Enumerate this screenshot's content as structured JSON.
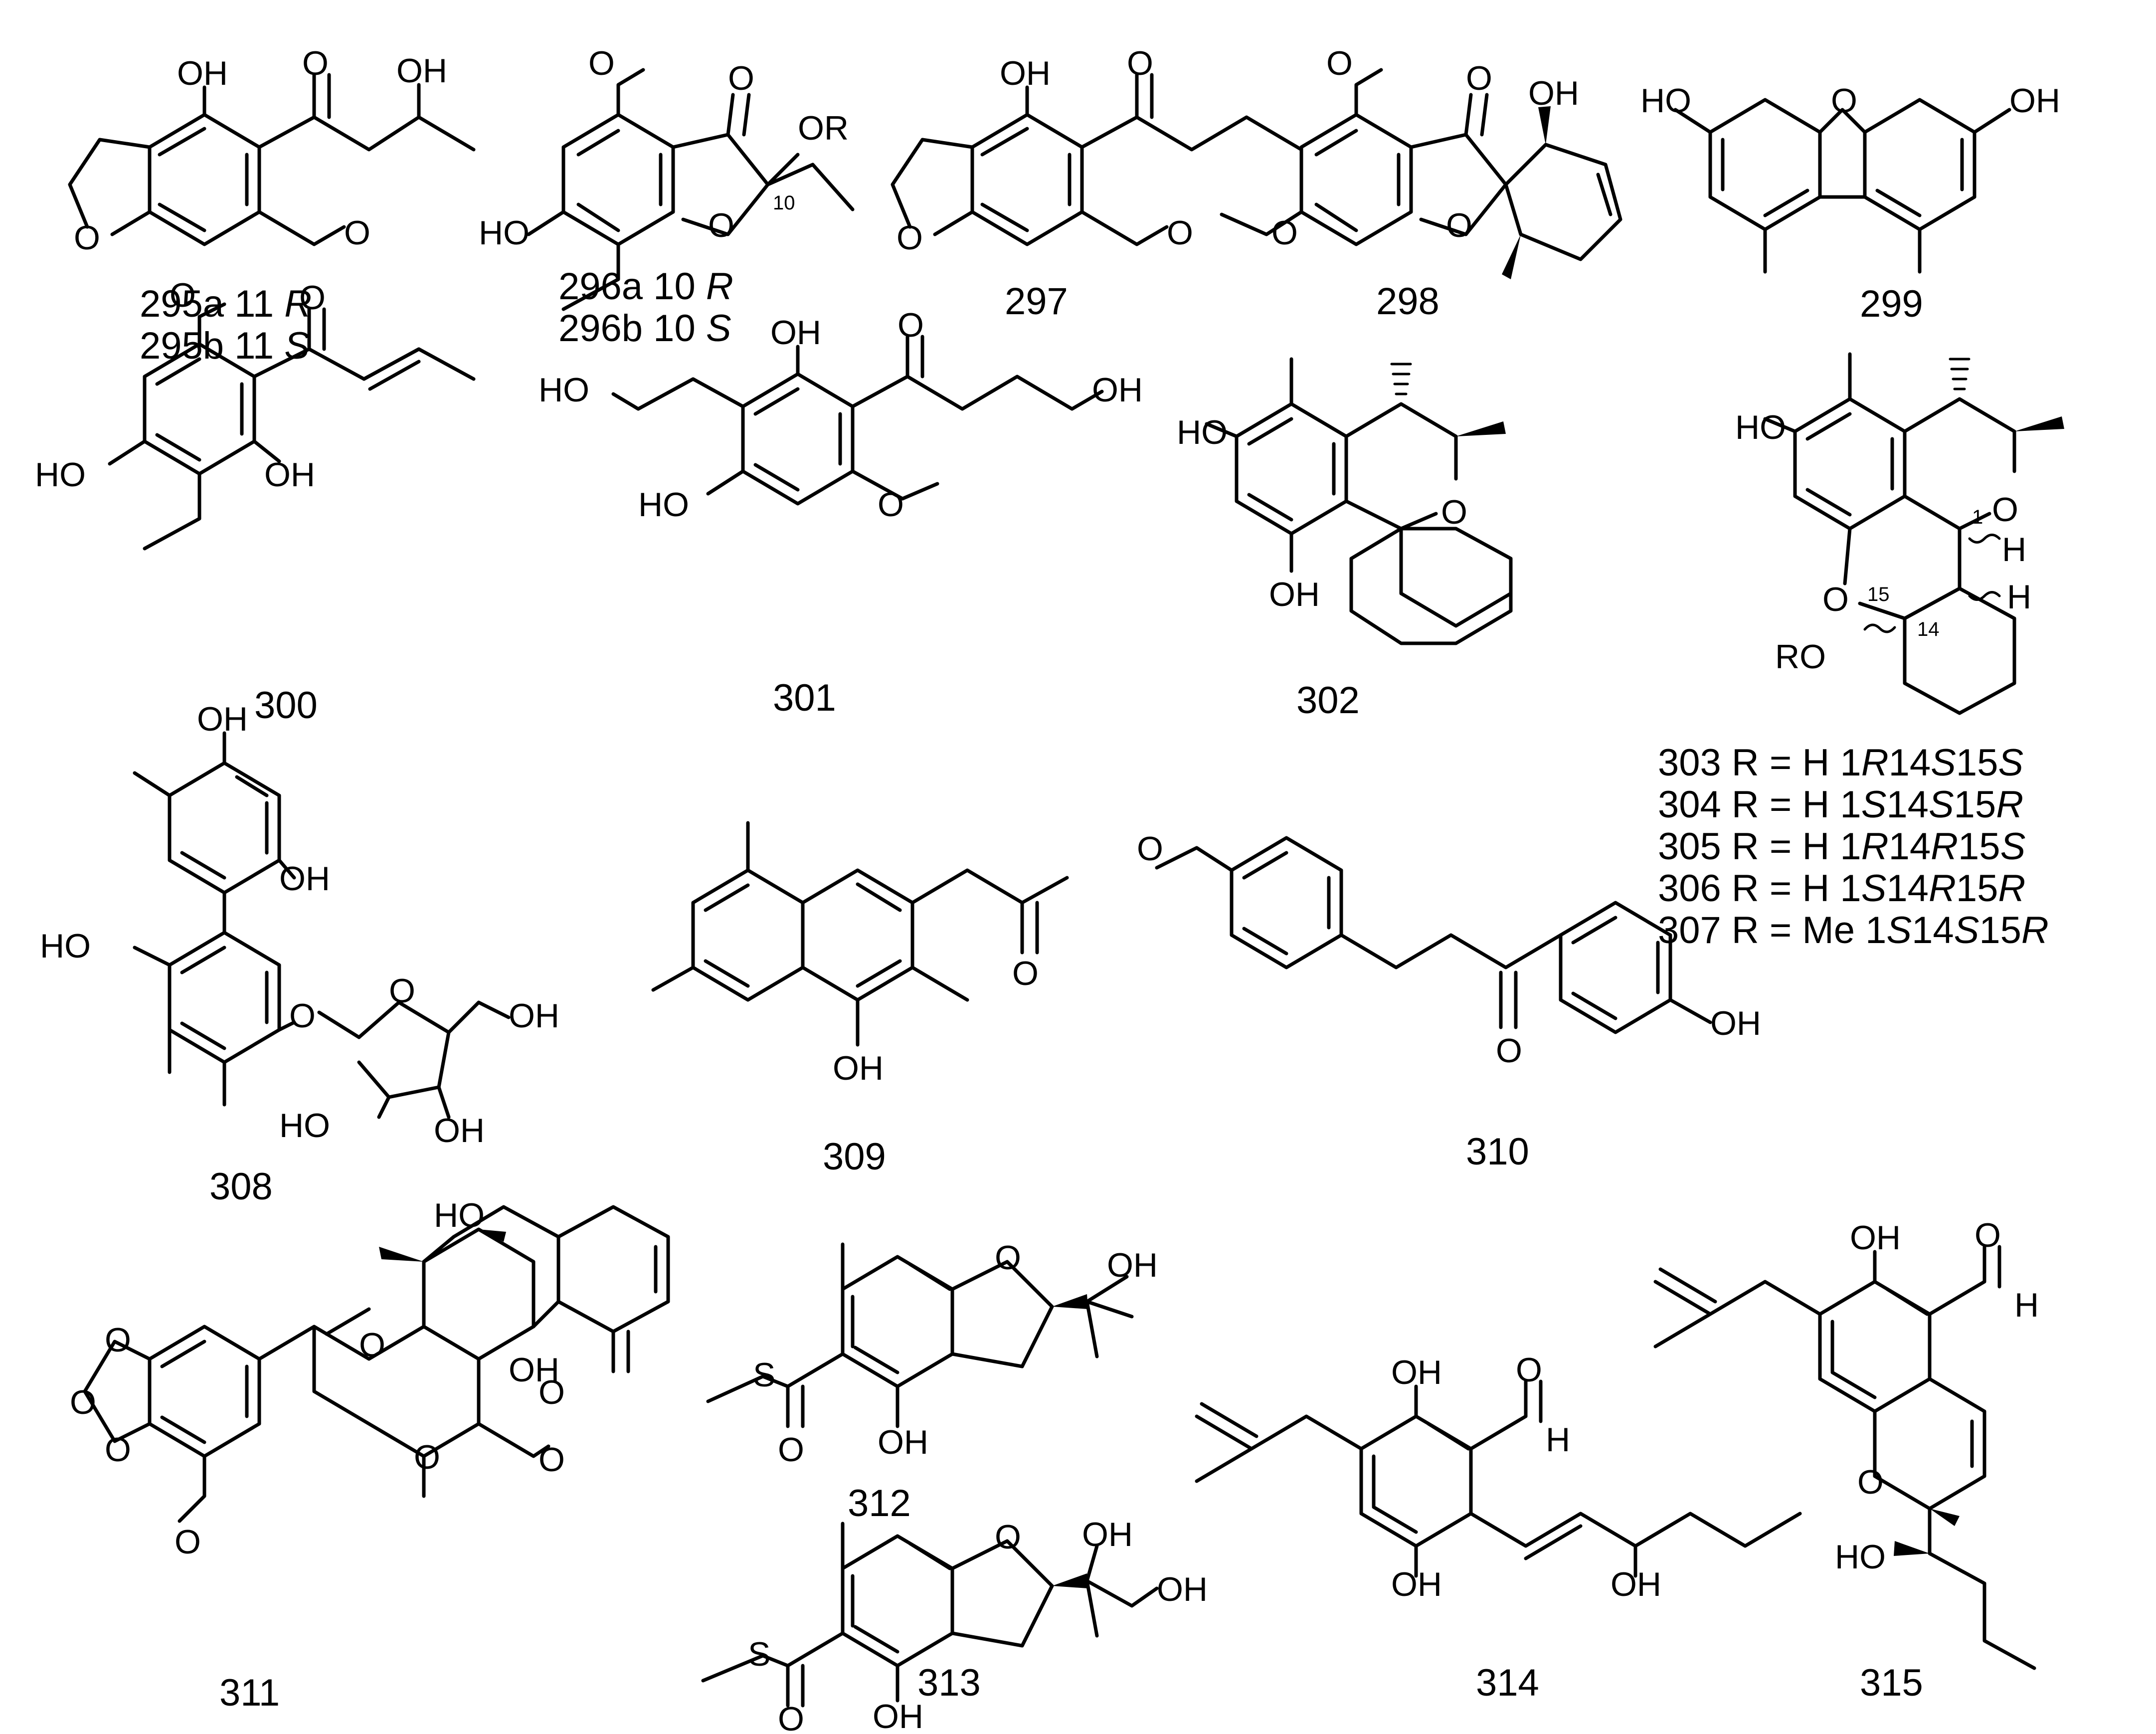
{
  "compounds": [
    {
      "id": "295",
      "lines": [
        {
          "parts": [
            {
              "t": "295a 11 "
            },
            {
              "t": "R",
              "i": true
            }
          ]
        },
        {
          "parts": [
            {
              "t": "295b 11 "
            },
            {
              "t": "S",
              "i": true
            }
          ]
        }
      ]
    },
    {
      "id": "296",
      "lines": [
        {
          "parts": [
            {
              "t": "296a 10 "
            },
            {
              "t": "R",
              "i": true
            }
          ]
        },
        {
          "parts": [
            {
              "t": "296b 10 "
            },
            {
              "t": "S",
              "i": true
            }
          ]
        }
      ]
    },
    {
      "id": "297",
      "lines": [
        {
          "parts": [
            {
              "t": "297"
            }
          ]
        }
      ]
    },
    {
      "id": "298",
      "lines": [
        {
          "parts": [
            {
              "t": "298"
            }
          ]
        }
      ]
    },
    {
      "id": "299",
      "lines": [
        {
          "parts": [
            {
              "t": "299"
            }
          ]
        }
      ]
    },
    {
      "id": "300",
      "lines": [
        {
          "parts": [
            {
              "t": "300"
            }
          ]
        }
      ]
    },
    {
      "id": "301",
      "lines": [
        {
          "parts": [
            {
              "t": "301"
            }
          ]
        }
      ]
    },
    {
      "id": "302",
      "lines": [
        {
          "parts": [
            {
              "t": "302"
            }
          ]
        }
      ]
    },
    {
      "id": "303",
      "lines": [
        {
          "parts": [
            {
              "t": "303 R = H    1"
            },
            {
              "t": "R",
              "i": true
            },
            {
              "t": "14"
            },
            {
              "t": "S",
              "i": true
            },
            {
              "t": "15"
            },
            {
              "t": "S",
              "i": true
            }
          ]
        },
        {
          "parts": [
            {
              "t": "304 R = H    1"
            },
            {
              "t": "S",
              "i": true
            },
            {
              "t": "14"
            },
            {
              "t": "S",
              "i": true
            },
            {
              "t": "15"
            },
            {
              "t": "R",
              "i": true
            }
          ]
        },
        {
          "parts": [
            {
              "t": "305 R = H    1"
            },
            {
              "t": "R",
              "i": true
            },
            {
              "t": "14"
            },
            {
              "t": "R",
              "i": true
            },
            {
              "t": "15"
            },
            {
              "t": "S",
              "i": true
            }
          ]
        },
        {
          "parts": [
            {
              "t": "306 R = H    1"
            },
            {
              "t": "S",
              "i": true
            },
            {
              "t": "14"
            },
            {
              "t": "R",
              "i": true
            },
            {
              "t": "15"
            },
            {
              "t": "R",
              "i": true
            }
          ]
        },
        {
          "parts": [
            {
              "t": "307 R = Me  1"
            },
            {
              "t": "S",
              "i": true
            },
            {
              "t": "14"
            },
            {
              "t": "S",
              "i": true
            },
            {
              "t": "15"
            },
            {
              "t": "R",
              "i": true
            }
          ]
        }
      ]
    },
    {
      "id": "308",
      "lines": [
        {
          "parts": [
            {
              "t": "308"
            }
          ]
        }
      ]
    },
    {
      "id": "309",
      "lines": [
        {
          "parts": [
            {
              "t": "309"
            }
          ]
        }
      ]
    },
    {
      "id": "310",
      "lines": [
        {
          "parts": [
            {
              "t": "310"
            }
          ]
        }
      ]
    },
    {
      "id": "311",
      "lines": [
        {
          "parts": [
            {
              "t": "311"
            }
          ]
        }
      ]
    },
    {
      "id": "312",
      "lines": [
        {
          "parts": [
            {
              "t": "312"
            }
          ]
        }
      ]
    },
    {
      "id": "313",
      "lines": [
        {
          "parts": [
            {
              "t": "313"
            }
          ]
        }
      ]
    },
    {
      "id": "314",
      "lines": [
        {
          "parts": [
            {
              "t": "314"
            }
          ]
        }
      ]
    },
    {
      "id": "315",
      "lines": [
        {
          "parts": [
            {
              "t": "315"
            }
          ]
        }
      ]
    }
  ],
  "atom_labels": {
    "hydroxyl": "OH",
    "hydroxyl_left": "HO",
    "oxygen": "O",
    "sulfur": "S",
    "hydrogen": "H",
    "ether_r": "OR",
    "ether_r_left": "RO",
    "locant_1": "1",
    "locant_10": "10",
    "locant_14": "14",
    "locant_15": "15"
  }
}
